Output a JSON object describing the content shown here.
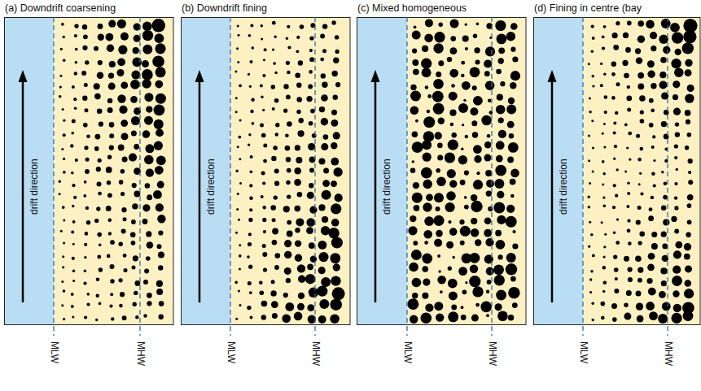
{
  "diagram": {
    "nodes": [
      {
        "text": [
          "(a) Downdrift coarsening"
        ]
      },
      {
        "text": [
          "(b) Downdrift fining"
        ]
      },
      {
        "text": [
          "(c) Mixed homogeneous"
        ]
      },
      {
        "text": [
          "(d) Fining in centre (bay"
        ]
      }
    ],
    "labels": [
      "drift direction",
      "MLW",
      "MHW",
      "drift direction",
      "MLW",
      "MHW",
      "drift direction",
      "MLW",
      "MHW",
      "drift direction",
      "MLW",
      "MHW"
    ]
  }
}
